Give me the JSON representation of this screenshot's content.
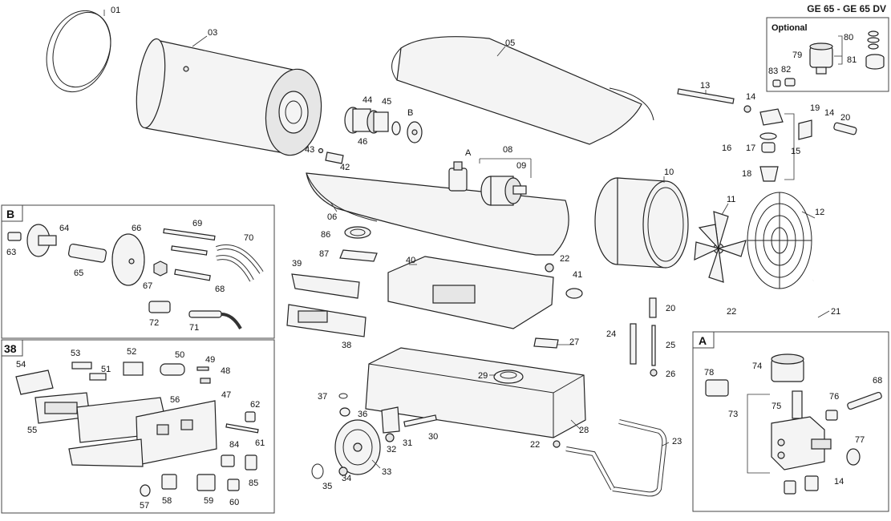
{
  "header": {
    "model_title": "GE 65 - GE 65 DV"
  },
  "optional_box": {
    "title": "Optional"
  },
  "inset_labels": {
    "b": "B",
    "box38": "38",
    "a": "A"
  },
  "callouts": {
    "p01": "01",
    "p03": "03",
    "p05": "05",
    "p06": "06",
    "p08": "08",
    "p09": "09",
    "p10": "10",
    "p11": "11",
    "p12": "12",
    "p13": "13",
    "p14": "14",
    "p14b": "14",
    "p14c": "14",
    "p15": "15",
    "p16": "16",
    "p17": "17",
    "p18": "18",
    "p19": "19",
    "p20": "20",
    "p20b": "20",
    "p21": "21",
    "p22": "22",
    "p22b": "22",
    "p22c": "22",
    "p23": "23",
    "p24": "24",
    "p25": "25",
    "p26": "26",
    "p27": "27",
    "p28": "28",
    "p29": "29",
    "p30": "30",
    "p31": "31",
    "p32": "32",
    "p33": "33",
    "p34": "34",
    "p35": "35",
    "p36": "36",
    "p37": "37",
    "p38": "38",
    "p39": "39",
    "p40": "40",
    "p41": "41",
    "p42": "42",
    "p43": "43",
    "p44": "44",
    "p45": "45",
    "p46": "46",
    "p47": "47",
    "p48": "48",
    "p49": "49",
    "p50": "50",
    "p51": "51",
    "p52": "52",
    "p53": "53",
    "p54": "54",
    "p55": "55",
    "p56": "56",
    "p57": "57",
    "p58": "58",
    "p59": "59",
    "p60": "60",
    "p61": "61",
    "p62": "62",
    "p63": "63",
    "p64": "64",
    "p65": "65",
    "p66": "66",
    "p67": "67",
    "p68": "68",
    "p68b": "68",
    "p69": "69",
    "p70": "70",
    "p71": "71",
    "p72": "72",
    "p73": "73",
    "p74": "74",
    "p75": "75",
    "p76": "76",
    "p77": "77",
    "p78": "78",
    "p79": "79",
    "p80": "80",
    "p81": "81",
    "p82": "82",
    "p83": "83",
    "p84": "84",
    "p85": "85",
    "p86": "86",
    "p87": "87",
    "pA": "A",
    "pB": "B"
  }
}
